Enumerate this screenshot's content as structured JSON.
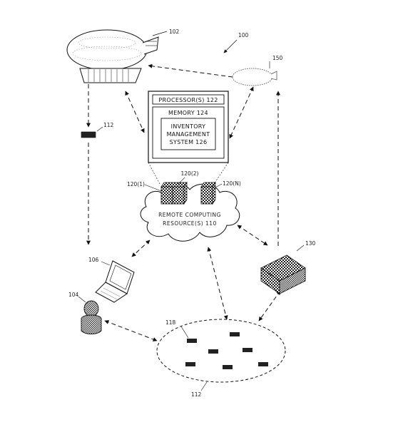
{
  "labels": {
    "airship": "102",
    "figure": "100",
    "drone": "150",
    "package": "112",
    "processor": "PROCESSOR(S) 122",
    "memory": "MEMORY 124",
    "ims_line1": "INVENTORY",
    "ims_line2": "MANAGEMENT",
    "ims_line3": "SYSTEM 126",
    "server_1": "120(1)",
    "server_2": "120(2)",
    "server_n": "120(N)",
    "cloud_line1": "REMOTE COMPUTING",
    "cloud_line2": "RESOURCE(S) 110",
    "laptop": "106",
    "user": "104",
    "facility": "130",
    "items": "118",
    "region": "112"
  }
}
